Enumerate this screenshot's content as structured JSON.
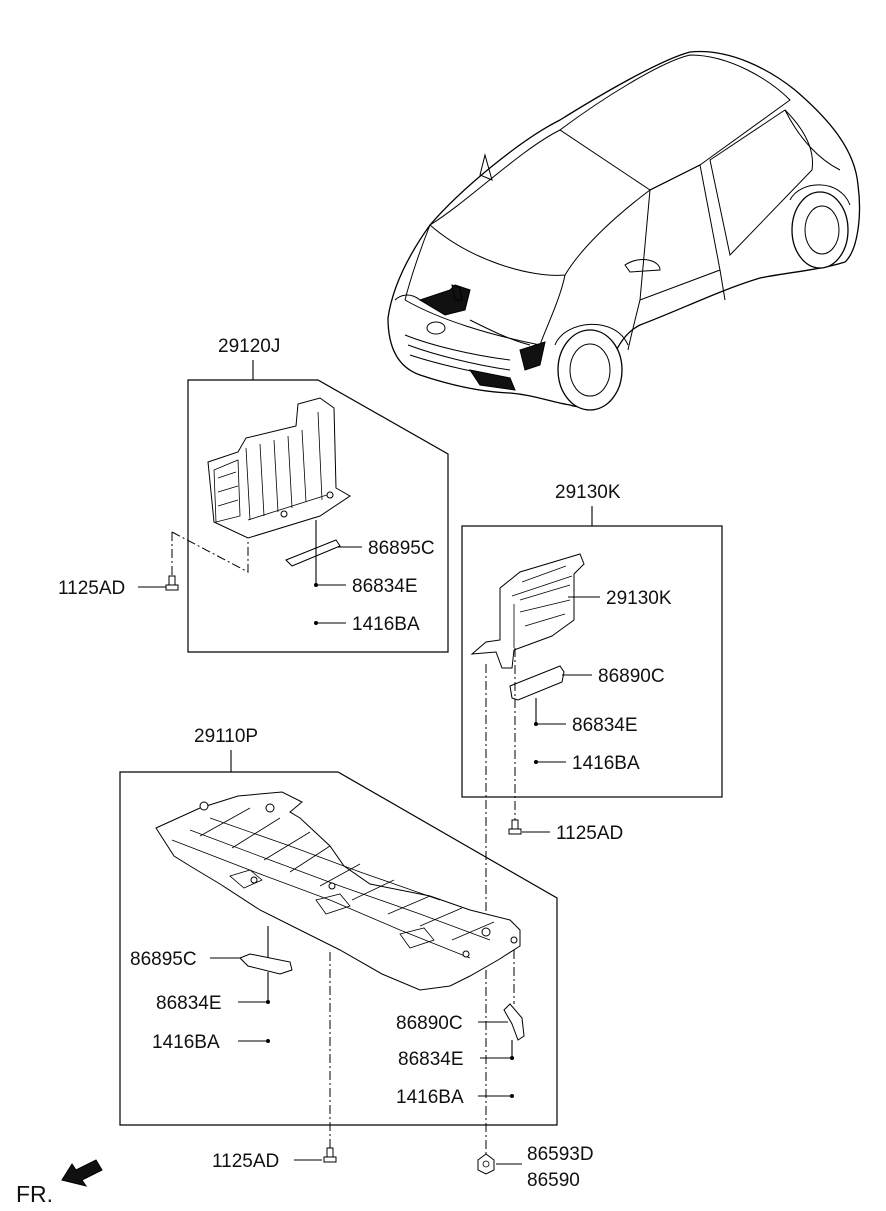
{
  "labels": {
    "grp_29120J": "29120J",
    "grp_29130K": "29130K",
    "grp_29110P": "29110P",
    "part_29130K": "29130K",
    "a_86895C": "86895C",
    "a_86834E": "86834E",
    "a_1416BA": "1416BA",
    "a_1125AD": "1125AD",
    "b_86890C": "86890C",
    "b_86834E": "86834E",
    "b_1416BA": "1416BA",
    "b_1125AD": "1125AD",
    "c_86895C": "86895C",
    "c_86834E": "86834E",
    "c_1416BA": "1416BA",
    "c_86890C": "86890C",
    "c_86834E_2": "86834E",
    "c_1416BA_2": "1416BA",
    "c_1125AD": "1125AD",
    "nut_86593D": "86593D",
    "nut_86590": "86590",
    "fr": "FR."
  },
  "icons": {
    "vehicle": "hatchback-car-illustration",
    "front_arrow": "front-direction-arrow-icon"
  }
}
